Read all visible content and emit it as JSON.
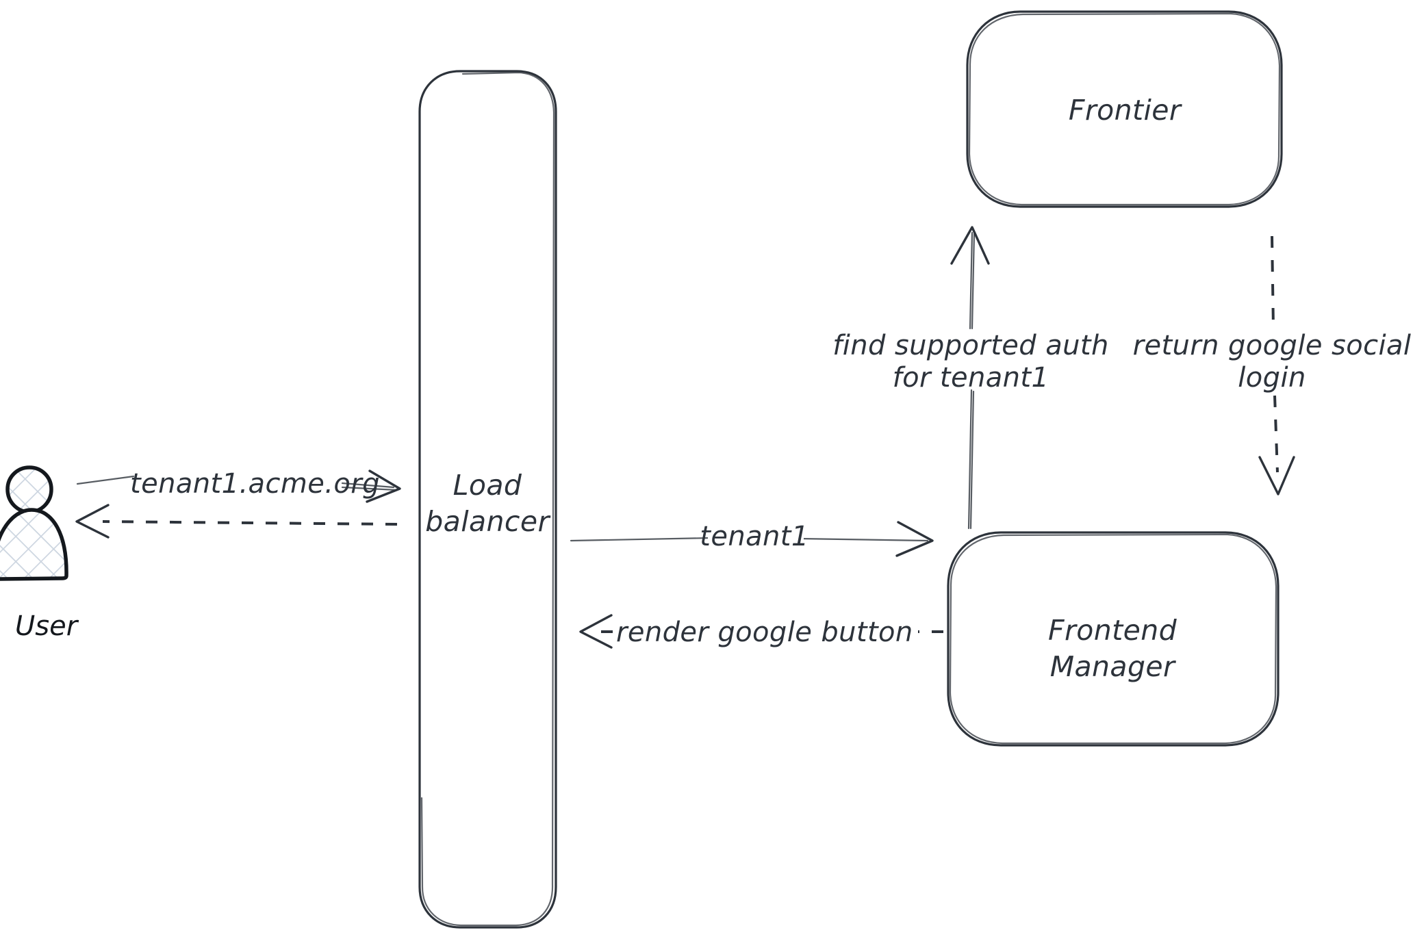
{
  "diagram": {
    "title": "Tenant authentication request flow",
    "background_color": "#ffffff",
    "ink_color": "#2d333b",
    "hatch_color": "#ccd5e0",
    "style": "hand-drawn"
  },
  "actors": [
    {
      "id": "user",
      "label": "User",
      "icon": "person-icon"
    }
  ],
  "nodes": [
    {
      "id": "load-balancer",
      "label_line1": "Load",
      "label_line2": "balancer",
      "shape": "rounded-rectangle"
    },
    {
      "id": "frontier",
      "label_line1": "Frontier",
      "label_line2": "",
      "shape": "rounded-rectangle"
    },
    {
      "id": "frontend-manager",
      "label_line1": "Frontend",
      "label_line2": "Manager",
      "shape": "rounded-rectangle"
    }
  ],
  "edges": [
    {
      "id": "user-to-lb",
      "label": "tenant1.acme.org",
      "from": "user",
      "to": "load-balancer",
      "style": "solid",
      "direction": "right"
    },
    {
      "id": "lb-to-user",
      "label": "",
      "from": "load-balancer",
      "to": "user",
      "style": "dashed",
      "direction": "left"
    },
    {
      "id": "lb-to-fm",
      "label": "tenant1",
      "from": "load-balancer",
      "to": "frontend-manager",
      "style": "solid",
      "direction": "right"
    },
    {
      "id": "fm-to-lb",
      "label": "render google button",
      "from": "frontend-manager",
      "to": "load-balancer",
      "style": "dashed",
      "direction": "left"
    },
    {
      "id": "fm-to-frontier",
      "label_line1": "find supported auth",
      "label_line2": "for tenant1",
      "from": "frontend-manager",
      "to": "frontier",
      "style": "solid",
      "direction": "up"
    },
    {
      "id": "frontier-to-fm",
      "label_line1": "return google social",
      "label_line2": "login",
      "from": "frontier",
      "to": "frontend-manager",
      "style": "dashed",
      "direction": "down"
    }
  ]
}
